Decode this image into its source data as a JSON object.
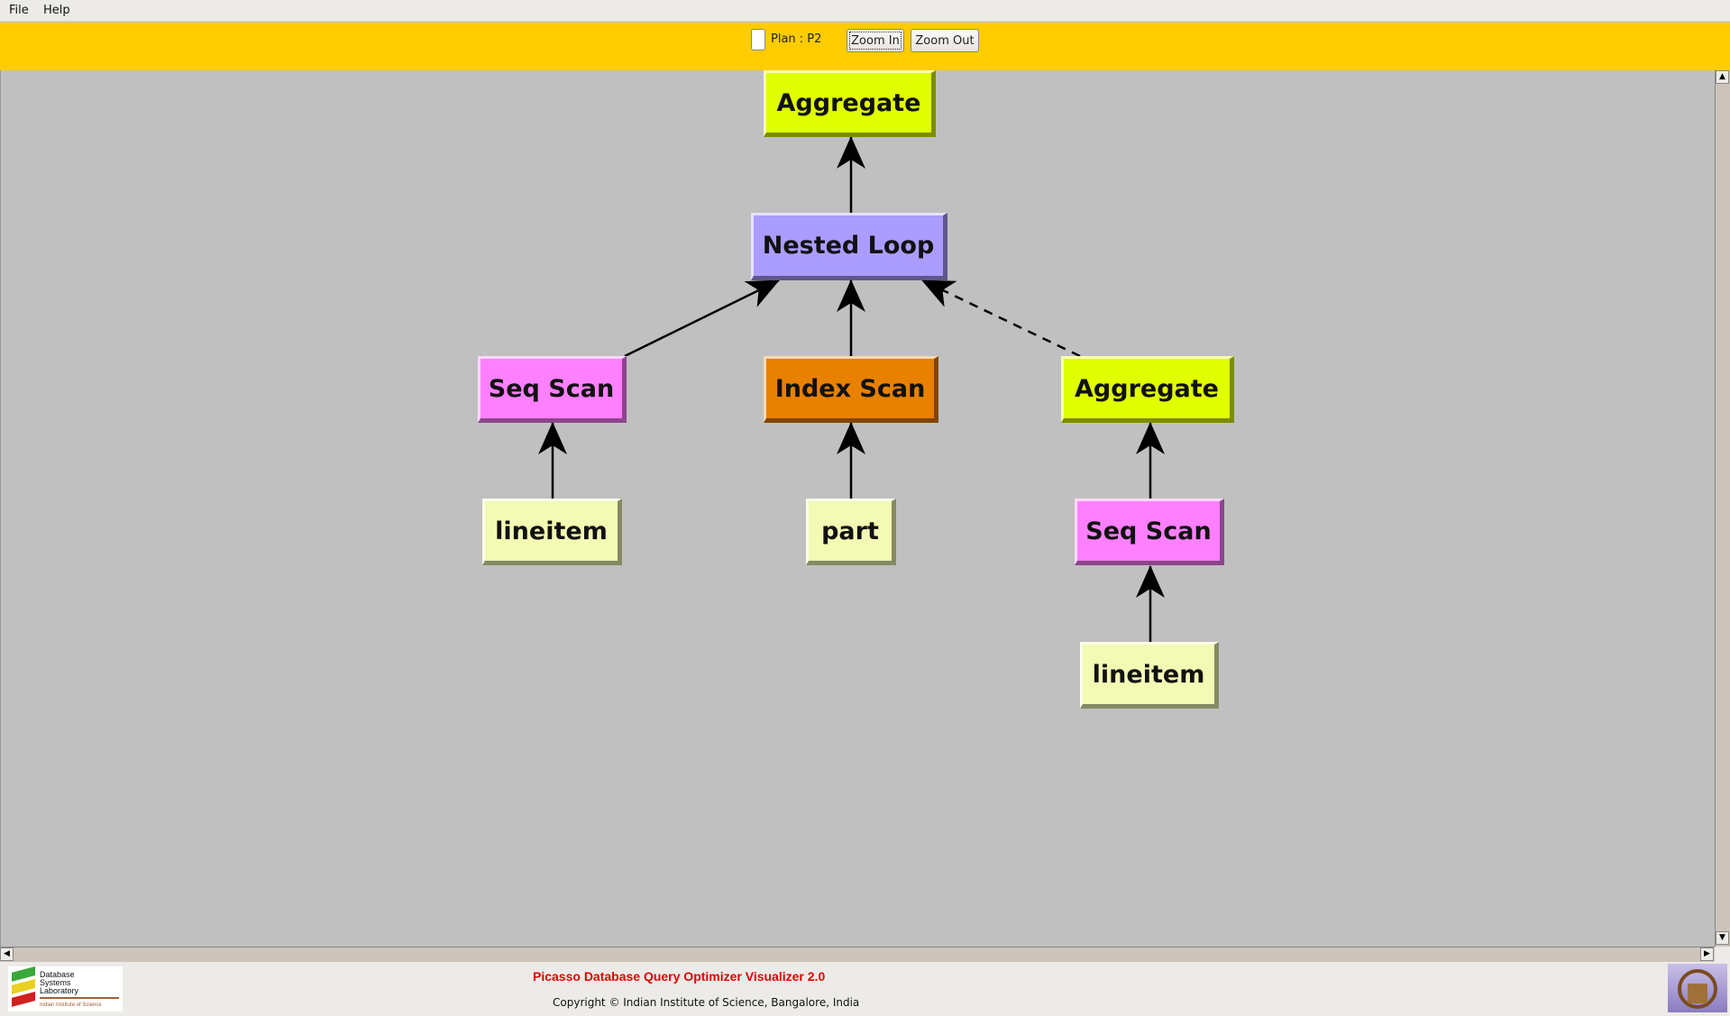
{
  "menu": [
    "File",
    "Help"
  ],
  "toolbar": {
    "plan_label": "Plan : P2",
    "zoom_in": "Zoom In",
    "zoom_out": "Zoom Out"
  },
  "nodes": [
    {
      "label": "Aggregate",
      "color": "#e0ff00"
    },
    {
      "label": "Nested Loop",
      "color": "#ab9cff"
    },
    {
      "label": "Seq Scan",
      "color": "#ff80ff"
    },
    {
      "label": "Index Scan",
      "color": "#e88000"
    },
    {
      "label": "Aggregate",
      "color": "#e0ff00"
    },
    {
      "label": "lineitem",
      "color": "#f2fab4"
    },
    {
      "label": "part",
      "color": "#f2fab4"
    },
    {
      "label": "Seq Scan",
      "color": "#ff80ff"
    },
    {
      "label": "lineitem",
      "color": "#f2fab4"
    }
  ],
  "footer": {
    "title": "Picasso Database Query Optimizer Visualizer 2.0",
    "copyright": "Copyright © Indian Institute of Science, Bangalore, India",
    "logo_text": "Database Systems Laboratory Indian Institute of Science"
  }
}
